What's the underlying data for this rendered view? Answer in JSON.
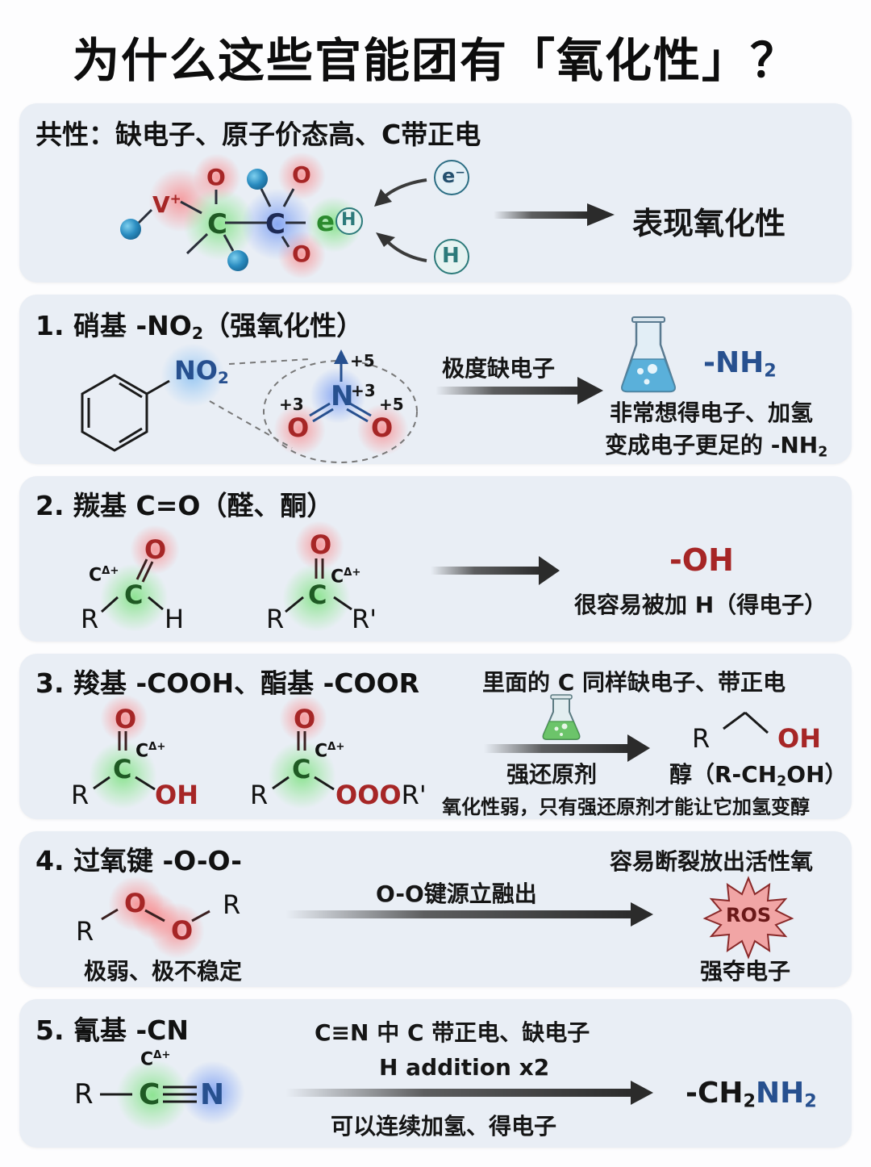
{
  "title": "为什么这些官能团有「氧化性」？",
  "common": {
    "heading": "共性：缺电子、原子价态高、C带正电",
    "atoms": {
      "v_plus": "V+",
      "c": "C",
      "o": "O",
      "e": "e",
      "h": "H",
      "e_minus": "e⁻"
    },
    "result": "表现氧化性"
  },
  "sections": {
    "nitro": {
      "heading_prefix": "1. 硝基 -NO",
      "heading_sub": "2",
      "heading_suffix": "（强氧化性）",
      "group_main": "NO",
      "group_sub": "2",
      "n_atom": "N",
      "o_atom": "O",
      "ox_states": {
        "n_top": "+5",
        "n": "+3",
        "o_left": "+3",
        "o_right": "+5"
      },
      "arrow_label": "极度缺电子",
      "product_main": "-NH",
      "product_sub": "2",
      "desc_line1": "非常想得电子、加氢",
      "desc_line2_prefix": "变成电子更足的 -NH",
      "desc_line2_sub": "2",
      "flask_color": "#5ab0da"
    },
    "carbonyl": {
      "heading": "2. 羰基 C=O（醛、酮）",
      "r": "R",
      "r_prime": "R'",
      "h": "H",
      "c": "C",
      "o": "O",
      "delta_label": "C",
      "delta_sup": "Δ+",
      "product": "-OH",
      "desc": "很容易被加 H（得电子）"
    },
    "carboxyl": {
      "heading": "3. 羧基 -COOH、酯基 -COOR",
      "note": "里面的 C 同样缺电子、带正电",
      "r": "R",
      "c": "C",
      "o": "O",
      "oh": "OH",
      "ooo": "OOO",
      "r_prime": "R'",
      "delta_label": "C",
      "delta_sup": "Δ+",
      "arrow_label": "强还原剂",
      "product_r": "R",
      "product_oh": "OH",
      "product_name_prefix": "醇（R-CH",
      "product_name_sub": "2",
      "product_name_suffix": "OH）",
      "desc": "氧化性弱，只有强还原剂才能让它加氢变醇",
      "flask_color": "#6cc46a"
    },
    "peroxide": {
      "heading": "4. 过氧键 -O-O-",
      "r": "R",
      "o": "O",
      "desc": "极弱、极不稳定",
      "arrow_label": "O-O键源立融出",
      "note": "容易断裂放出活性氧",
      "ros": "ROS",
      "ros_desc": "强夺电子"
    },
    "cyano": {
      "heading": "5. 氰基 -CN",
      "r": "R",
      "c": "C",
      "n": "N",
      "delta_label": "C",
      "delta_sup": "Δ+",
      "line1": "C≡N 中 C 带正电、缺电子",
      "line2": "H addition x2",
      "line3": "可以连续加氢、得电子",
      "product_ch": "-CH",
      "product_sub1": "2",
      "product_nh": "NH",
      "product_sub2": "2"
    }
  }
}
